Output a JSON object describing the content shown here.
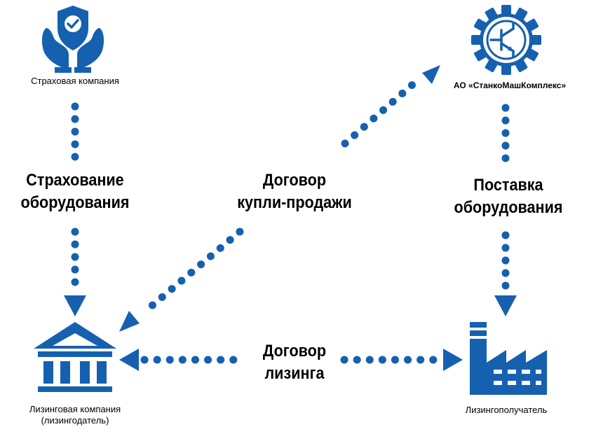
{
  "nodes": {
    "insurance": {
      "label": "Страховая компания"
    },
    "supplier": {
      "label": "АО «СтанкоМашКомплекс»"
    },
    "lessor": {
      "label_line1": "Лизинговая компания",
      "label_line2": "(лизингодатель)"
    },
    "lessee": {
      "label": "Лизингополучатель"
    }
  },
  "relations": {
    "insurance": {
      "line1": "Страхование",
      "line2": "оборудования"
    },
    "purchase": {
      "line1": "Договор",
      "line2": "купли-продажи"
    },
    "supply": {
      "line1": "Поставка",
      "line2": "оборудования"
    },
    "leasing": {
      "line1": "Договор",
      "line2": "лизинга"
    }
  },
  "colors": {
    "accent": "#1660b0"
  },
  "icons": {
    "insurance": "shield-hands-icon",
    "supplier": "gear-transistor-icon",
    "lessor": "bank-building-icon",
    "lessee": "factory-icon"
  }
}
